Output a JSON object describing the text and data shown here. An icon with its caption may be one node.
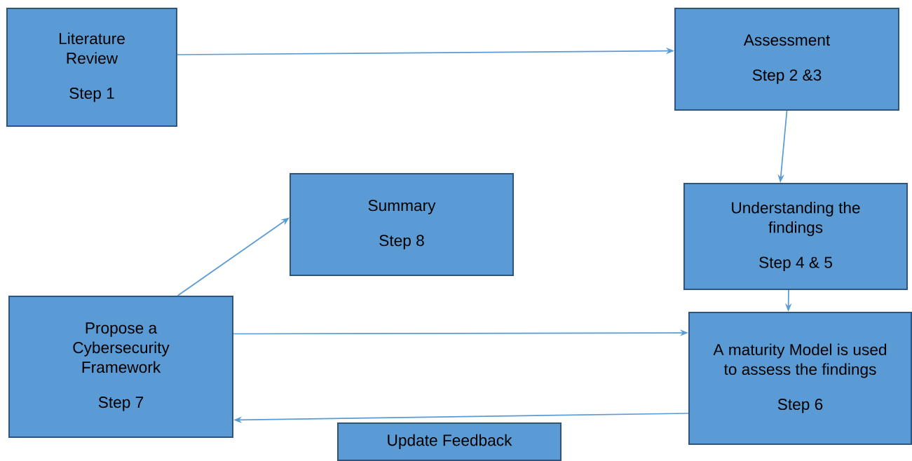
{
  "diagram": {
    "nodes": [
      {
        "text": [
          "Literature Review",
          "Step 1"
        ]
      },
      {
        "text": [
          "Assessment",
          "Step 2 &3"
        ]
      },
      {
        "text": [
          "Understanding the findings",
          "Step 4 & 5"
        ]
      },
      {
        "text": [
          "Summary",
          "Step 8"
        ]
      },
      {
        "text": [
          "Propose a Cybersecurity Framework",
          "Step 7"
        ]
      },
      {
        "text": [
          "A maturity Model is used to assess the findings",
          "Step 6"
        ]
      },
      {
        "text": [
          "Update Feedback"
        ]
      }
    ],
    "edges": [
      {
        "from": 0,
        "to": 1,
        "arrow": "to"
      },
      {
        "from": 1,
        "to": 2,
        "arrow": "to"
      },
      {
        "from": 2,
        "to": 5,
        "arrow": "to"
      },
      {
        "from": 4,
        "to": 5,
        "arrow": "to"
      },
      {
        "from": 5,
        "to": 4,
        "arrow": "to"
      },
      {
        "from": 4,
        "to": 3,
        "arrow": "to"
      }
    ]
  }
}
